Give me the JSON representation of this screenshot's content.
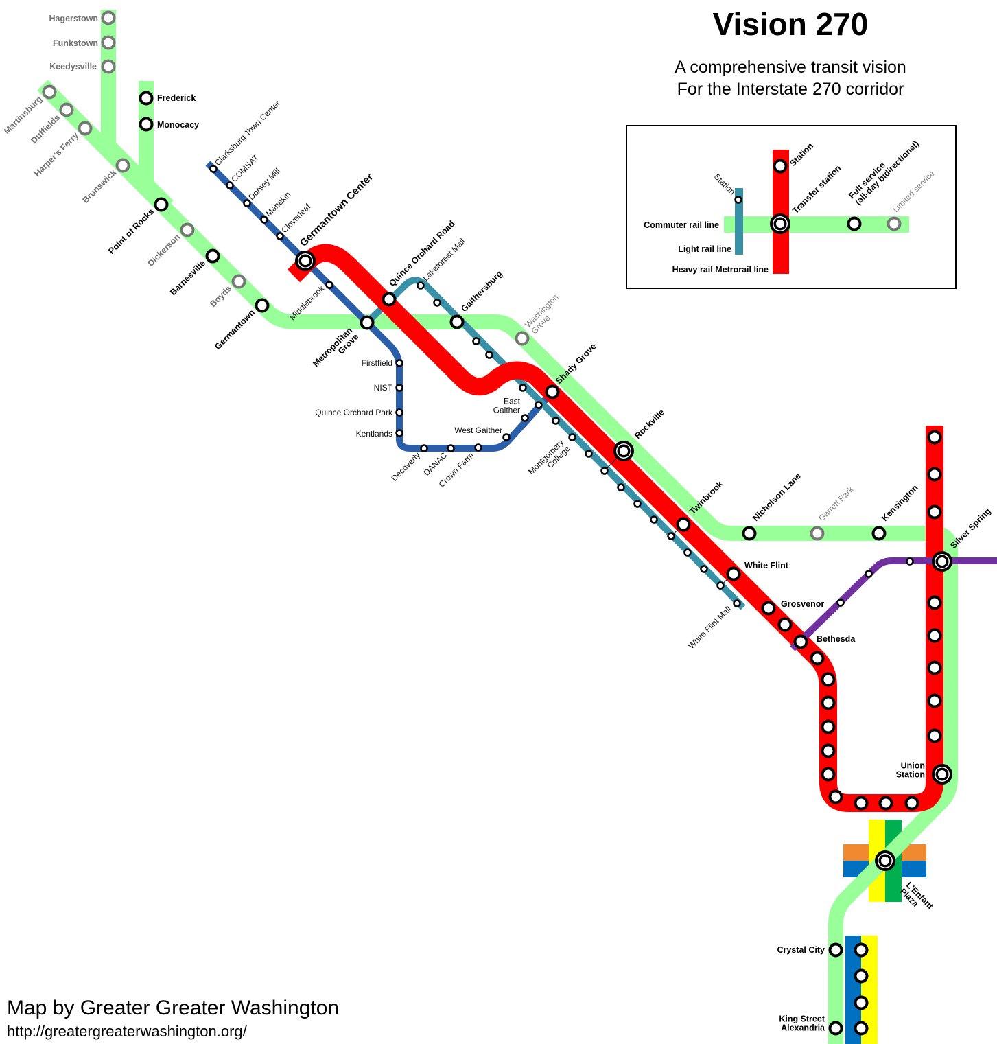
{
  "header": {
    "title": "Vision 270",
    "subtitle_line1": "A comprehensive transit vision",
    "subtitle_line2": "For the Interstate 270 corridor"
  },
  "footer": {
    "credit": "Map by Greater Greater Washington",
    "url": "http://greatergreaterwashington.org/"
  },
  "colors": {
    "commuter_rail": "#99ff99",
    "heavy_rail": "#ff0000",
    "light_rail_blue": "#2a5ea8",
    "light_rail_teal": "#3891a6",
    "purple_line": "#7030a0",
    "limited_service": "#777777",
    "metro_orange": "#f08a30",
    "metro_blue": "#0070c0",
    "metro_yellow": "#ffff00",
    "metro_green": "#00b050"
  },
  "legend": {
    "light_station": "Station",
    "commuter_line": "Commuter rail line",
    "light_rail_line": "Light rail line",
    "heavy_rail_line": "Heavy rail Metrorail line",
    "station": "Station",
    "transfer_station": "Transfer station",
    "full_service": "Full service\n(all-day bidirectional)",
    "limited_service": "Limited service"
  },
  "stations": {
    "hagerstown": "Hagerstown",
    "funkstown": "Funkstown",
    "keedysville": "Keedysville",
    "martinsburg": "Martinsburg",
    "duffields": "Duffields",
    "harpers_ferry": "Harper's Ferry",
    "brunswick": "Brunswick",
    "frederick": "Frederick",
    "monocacy": "Monocacy",
    "point_of_rocks": "Point of Rocks",
    "dickerson": "Dickerson",
    "barnesville": "Barnesville",
    "boyds": "Boyds",
    "germantown": "Germantown",
    "clarksburg": "Clarksburg Town Center",
    "comsat": "COMSAT",
    "dorsey_mill": "Dorsey Mill",
    "manekin": "Manekin",
    "cloverleaf": "Cloverleaf",
    "germantown_center": "Germantown Center",
    "middlebrook": "Middlebrook",
    "metropolitan_grove": "Metropolitan\nGrove",
    "quince_orchard_road": "Quince Orchard Road",
    "lakeforest_mall": "Lakeforest Mall",
    "gaithersburg": "Gaithersburg",
    "washington_grove": "Washington\nGrove",
    "firstfield": "Firstfield",
    "nist": "NIST",
    "quince_orchard_park": "Quince Orchard Park",
    "kentlands": "Kentlands",
    "decoverly": "Decoverly",
    "danac": "DANAC",
    "crown_farm": "Crown Farm",
    "west_gaither": "West Gaither",
    "east_gaither": "East\nGaither",
    "shady_grove": "Shady Grove",
    "montgomery_college": "Montgomery\nCollege",
    "rockville": "Rockville",
    "twinbrook": "Twinbrook",
    "nicholson_lane": "Nicholson Lane",
    "garrett_park": "Garrett Park",
    "kensington": "Kensington",
    "silver_spring": "Silver Spring",
    "white_flint": "White Flint",
    "white_flint_mall": "White Flint Mall",
    "grosvenor": "Grosvenor",
    "bethesda": "Bethesda",
    "union_station": "Union\nStation",
    "lenfant_plaza": "L'Enfant\nPlaza",
    "crystal_city": "Crystal City",
    "king_street": "King Street\nAlexandria"
  }
}
